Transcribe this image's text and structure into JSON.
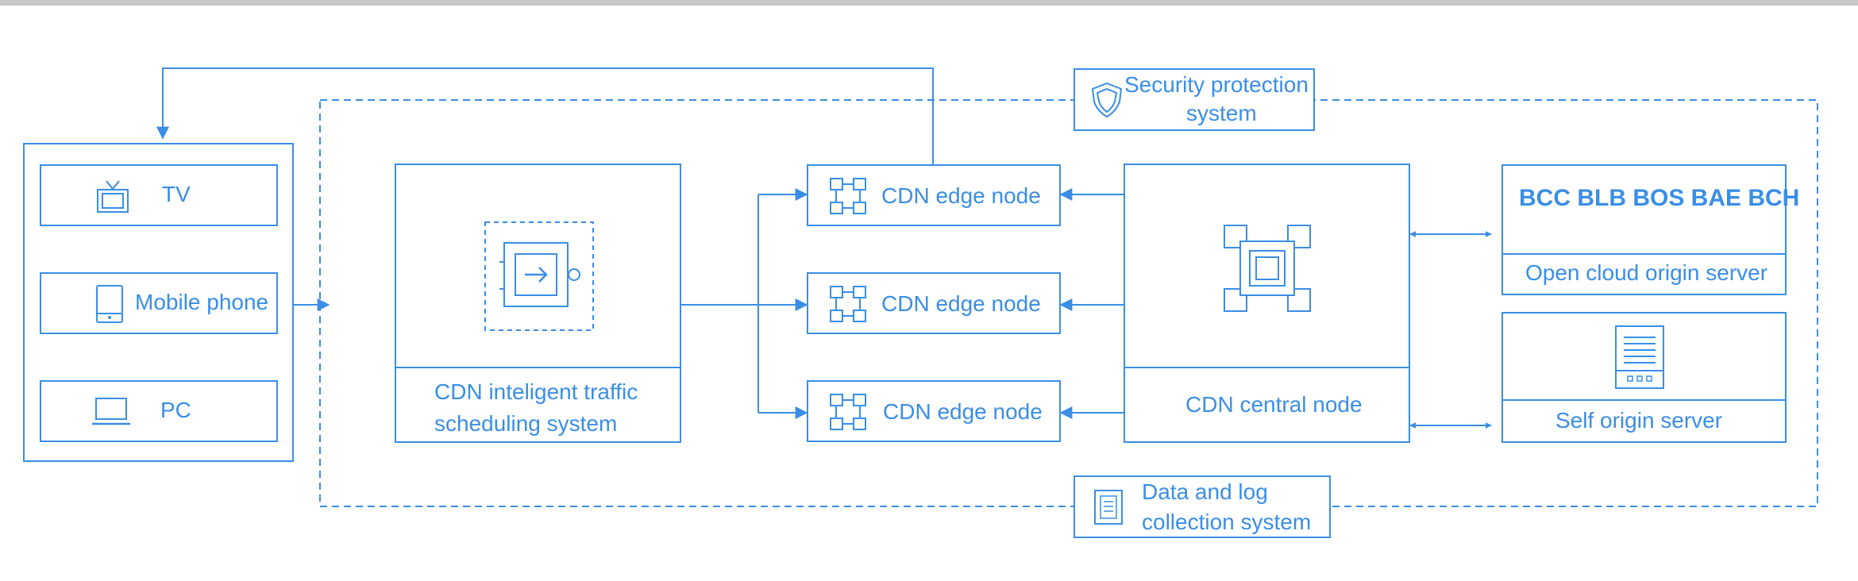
{
  "devices": {
    "tv": "TV",
    "mobile": "Mobile phone",
    "pc": "PC"
  },
  "scheduling": {
    "line1": "CDN inteligent traffic",
    "line2": "scheduling system"
  },
  "edge_nodes": [
    "CDN edge node",
    "CDN edge node",
    "CDN edge node"
  ],
  "central_node": "CDN central node",
  "open_cloud": {
    "products": "BCC BLB BOS BAE BCH",
    "label": "Open cloud origin server"
  },
  "self_origin": "Self origin server",
  "security": {
    "line1": "Security protection",
    "line2": "system"
  },
  "data_log": {
    "line1": "Data and log",
    "line2": "collection system"
  },
  "colors": {
    "accent": "#3a8ee6",
    "top_bar": "#c8c8c8",
    "background": "#ffffff"
  }
}
